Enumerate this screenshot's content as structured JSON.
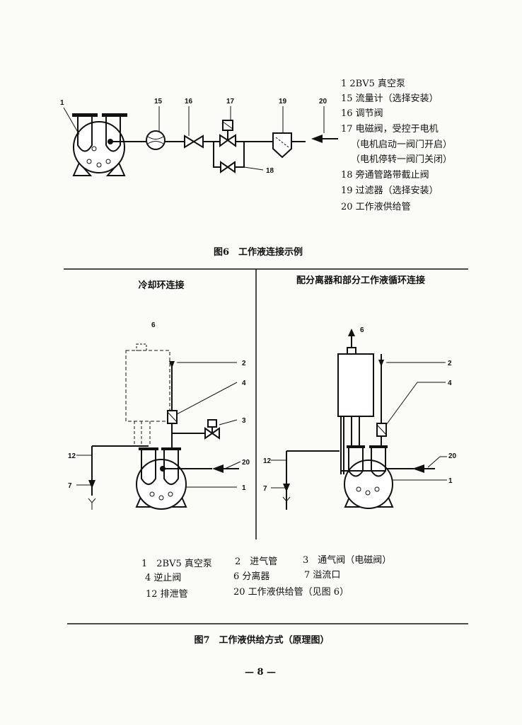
{
  "figure6": {
    "labels": {
      "pump": "1",
      "flowmeter": "15",
      "regulating_valve": "16",
      "solenoid_valve": "17",
      "bypass": "18",
      "filter": "19",
      "supply": "20"
    },
    "legend": [
      "1 2BV5 真空泵",
      "15 流量计（选择安装）",
      "16 调节阀",
      "17 电磁阀，受控于电机",
      "（电机启动一阀门开启）",
      "（电机停转一阀门关闭）",
      "18 旁通管路带截止阀",
      "19 过滤器（选择安装）",
      "20 工作液供给管"
    ],
    "caption": "图6　工作液连接示例"
  },
  "figure7": {
    "left_title": "冷却环连接",
    "right_title": "配分离器和部分工作液循环连接",
    "labels": {
      "separator": "6",
      "inlet": "2",
      "check_valve": "4",
      "vent_valve": "3",
      "drain": "12",
      "overflow": "7",
      "supply": "20",
      "pump": "1"
    },
    "legend": [
      [
        "1　2BV5 真空泵",
        "2　进气管",
        "3　通气阀（电磁阀）"
      ],
      [
        "4 逆止阀",
        "6 分离器",
        "7 溢流口"
      ],
      [
        "12 排泄管",
        "20 工作液供给管（见图 6）"
      ]
    ],
    "caption": "图7　工作液供给方式（原理图）"
  },
  "page_number": "— 8 —"
}
